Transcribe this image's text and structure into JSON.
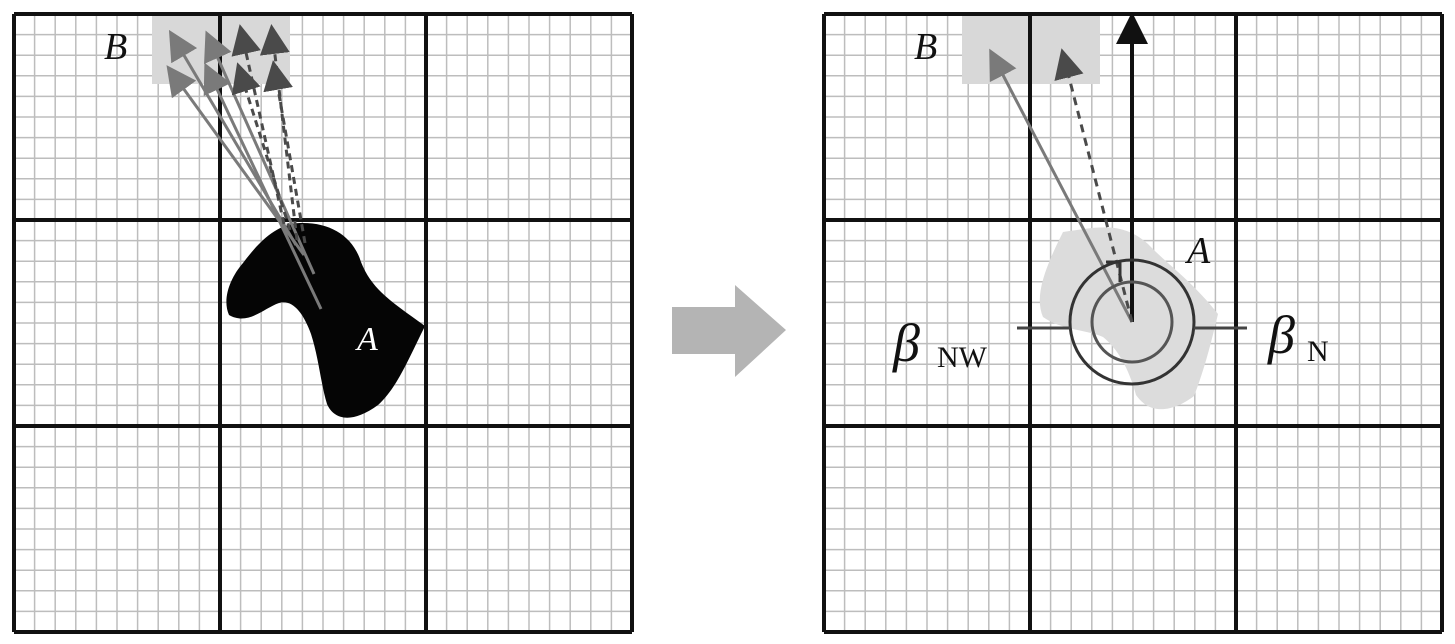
{
  "labels": {
    "left_b": "B",
    "left_a": "A",
    "right_b": "B",
    "right_a": "A",
    "beta_nw": "β",
    "beta_nw_sub": "NW",
    "beta_n": "β",
    "beta_n_sub": "N"
  },
  "colors": {
    "grid_major": "#111111",
    "grid_minor": "#bdbdbd",
    "cell_b": "#d8d8d8",
    "shape_a": "#050505",
    "shape_a_light": "#dcdcdc",
    "arrow_solid": "#7a7a7a",
    "arrow_dashed": "#4a4a4a",
    "transform_arrow": "#b4b4b4"
  }
}
